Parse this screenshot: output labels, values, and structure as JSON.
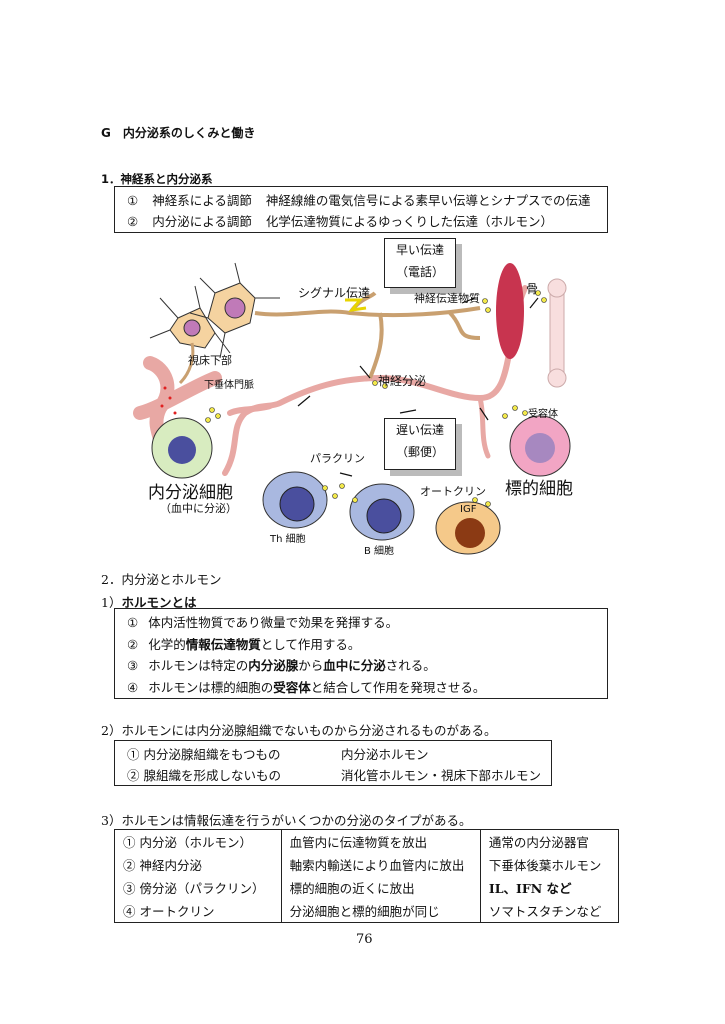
{
  "section_title": "G　内分泌系のしくみと働き",
  "part1": {
    "heading": "1．神経系と内分泌系",
    "rows": [
      {
        "num": "①",
        "term": "神経系による調節",
        "desc": "神経線維の電気信号による素早い伝導とシナプスでの伝達"
      },
      {
        "num": "②",
        "term": "内分泌による調節",
        "desc": "化学伝達物質によるゆっくりした伝達（ホルモン）"
      }
    ]
  },
  "diagram": {
    "fast_box": {
      "line1": "早い伝達",
      "line2": "（電話）"
    },
    "slow_box": {
      "line1": "遅い伝達",
      "line2": "（郵便）"
    },
    "labels": {
      "signal": "シグナル伝達",
      "neurotransmitter": "神経伝達物質",
      "bone": "骨",
      "hypothalamus": "視床下部",
      "portal_vein": "下垂体門脈",
      "neurosecretion": "神経分泌",
      "receptor": "受容体",
      "paracrine": "パラクリン",
      "endocrine_cell": "内分泌細胞",
      "endocrine_cell_note": "（血中に分泌）",
      "target_cell": "標的細胞",
      "autocrine": "オートクリン",
      "igf": "IGF",
      "th_cell": "Th 細胞",
      "b_cell": "B 細胞"
    },
    "colors": {
      "neuron": "#f5d3a0",
      "vessel": "#e8a8a4",
      "endocrine_cell": "#d8ecc0",
      "nucleus_blue": "#4a4f9e",
      "immune_cell": "#a9b8e0",
      "target_cell": "#f2a5c4",
      "target_nucleus": "#a788c0",
      "autocrine_cell": "#f5c98a",
      "autocrine_nucleus": "#8b3a14",
      "muscle": "#c8344f",
      "granule": "#f2e84a"
    }
  },
  "part2": {
    "heading": "2．内分泌とホルモン",
    "sub1": {
      "title_num": "1）",
      "title": "ホルモンとは",
      "rows": [
        {
          "num": "①",
          "parts": [
            {
              "t": "体内活性物質であり微量で効果を発揮する。",
              "b": false
            }
          ]
        },
        {
          "num": "②",
          "parts": [
            {
              "t": "化学的",
              "b": false
            },
            {
              "t": "情報伝達物質",
              "b": true
            },
            {
              "t": "として作用する。",
              "b": false
            }
          ]
        },
        {
          "num": "③",
          "parts": [
            {
              "t": "ホルモンは特定の",
              "b": false
            },
            {
              "t": "内分泌腺",
              "b": true
            },
            {
              "t": "から",
              "b": false
            },
            {
              "t": "血中に分泌",
              "b": true
            },
            {
              "t": "される。",
              "b": false
            }
          ]
        },
        {
          "num": "④",
          "parts": [
            {
              "t": "ホルモンは標的細胞の",
              "b": false
            },
            {
              "t": "受容体",
              "b": true
            },
            {
              "t": "と結合して作用を発現させる。",
              "b": false
            }
          ]
        }
      ]
    },
    "sub2": {
      "title": "2）ホルモンには内分泌腺組織でないものから分泌されるものがある。",
      "rows": [
        {
          "left": "① 内分泌腺組織をもつもの",
          "right": "内分泌ホルモン"
        },
        {
          "left": "② 腺組織を形成しないもの",
          "right": "消化管ホルモン・視床下部ホルモン"
        }
      ]
    },
    "sub3": {
      "title": "3）ホルモンは情報伝達を行うがいくつかの分泌のタイプがある。",
      "rows": [
        {
          "type": "① 内分泌（ホルモン）",
          "mechanism": "血管内に伝達物質を放出",
          "example": "通常の内分泌器官"
        },
        {
          "type": "② 神経内分泌",
          "mechanism": "軸索内輸送により血管内に放出",
          "example": "下垂体後葉ホルモン"
        },
        {
          "type": "③ 傍分泌（パラクリン）",
          "mechanism": "標的細胞の近くに放出",
          "example": "IL、IFN など"
        },
        {
          "type": "④ オートクリン",
          "mechanism": "分泌細胞と標的細胞が同じ",
          "example": "ソマトスタチンなど"
        }
      ]
    }
  },
  "page_number": "76"
}
